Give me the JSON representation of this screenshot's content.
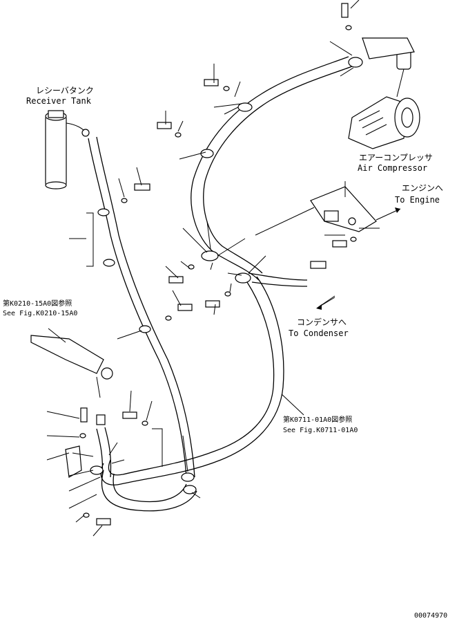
{
  "labels": {
    "receiver_tank_jp": "レシーバタンク",
    "receiver_tank_en": "Receiver Tank",
    "air_compressor_jp": "エアーコンプレッサ",
    "air_compressor_en": "Air Compressor",
    "to_engine_jp": "エンジンへ",
    "to_engine_en": "To Engine",
    "to_condenser_jp": "コンデンサへ",
    "to_condenser_en": "To Condenser",
    "ref1_jp": "第K0210-15A0図参照",
    "ref1_en": "See Fig.K0210-15A0",
    "ref2_jp": "第K0711-01A0図参照",
    "ref2_en": "See Fig.K0711-01A0",
    "drawing_number": "00074970"
  }
}
